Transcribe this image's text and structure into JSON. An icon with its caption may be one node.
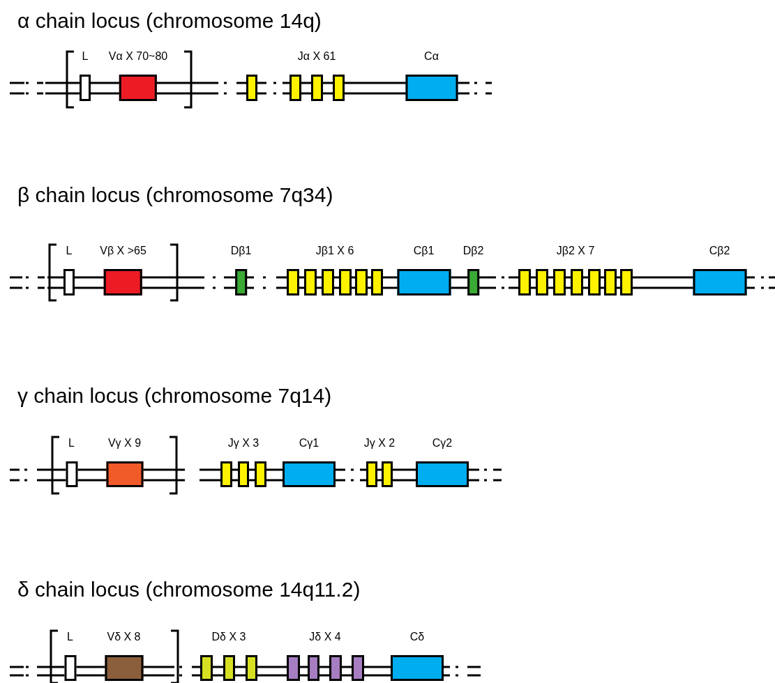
{
  "diagram": {
    "nodes": [
      {
        "text": [
          "L"
        ]
      },
      {
        "text": [
          "Vα X 70~80"
        ]
      },
      {
        "text": [],
        "shape": "box"
      },
      {
        "text": [],
        "shape": "box"
      },
      {
        "text": [],
        "shape": "box"
      },
      {
        "text": [],
        "shape": "box"
      },
      {
        "text": [
          "Cα"
        ]
      },
      {
        "text": [
          "L"
        ]
      },
      {
        "text": [
          "Vβ X >65"
        ]
      },
      {
        "text": [
          "Dβ1"
        ]
      },
      {
        "text": [],
        "shape": "box"
      },
      {
        "text": [],
        "shape": "box"
      },
      {
        "text": [],
        "shape": "box"
      },
      {
        "text": [],
        "shape": "box"
      },
      {
        "text": [],
        "shape": "box"
      },
      {
        "text": [],
        "shape": "box"
      },
      {
        "text": [
          "Cβ1"
        ]
      },
      {
        "text": [
          "Dβ2"
        ]
      },
      {
        "text": [],
        "shape": "box"
      },
      {
        "text": [],
        "shape": "box"
      },
      {
        "text": [],
        "shape": "box"
      },
      {
        "text": [],
        "shape": "box"
      },
      {
        "text": [],
        "shape": "box"
      },
      {
        "text": [],
        "shape": "box"
      },
      {
        "text": [],
        "shape": "box"
      },
      {
        "text": [
          "Cβ2"
        ]
      },
      {
        "text": [
          "L"
        ]
      },
      {
        "text": [
          "Vγ X 9"
        ]
      },
      {
        "text": [],
        "shape": "box"
      },
      {
        "text": [],
        "shape": "box"
      },
      {
        "text": [],
        "shape": "box"
      },
      {
        "text": [
          "Cγ1"
        ]
      },
      {
        "text": [],
        "shape": "box"
      },
      {
        "text": [],
        "shape": "box"
      },
      {
        "text": [
          "Cγ2"
        ]
      },
      {
        "text": [
          "L"
        ]
      },
      {
        "text": [
          "Vδ X 8"
        ]
      },
      {
        "text": [],
        "shape": "box"
      },
      {
        "text": [],
        "shape": "box"
      },
      {
        "text": [],
        "shape": "box"
      },
      {
        "text": [],
        "shape": "box"
      },
      {
        "text": [],
        "shape": "box"
      },
      {
        "text": [],
        "shape": "box"
      },
      {
        "text": [],
        "shape": "box"
      },
      {
        "text": [
          "Cδ"
        ]
      }
    ],
    "labels": [
      "α chain locus (chromosome 14q)",
      "Jα X 61",
      "β chain locus (chromosome 7q34)",
      "Jβ1 X 6",
      "Jβ2 X 7",
      "γ chain locus (chromosome 7q14)",
      "Jγ X 3",
      "Jγ X 2",
      "δ chain locus (chromosome 14q11.2)",
      "Dδ X 3",
      "Jδ X 4"
    ]
  }
}
